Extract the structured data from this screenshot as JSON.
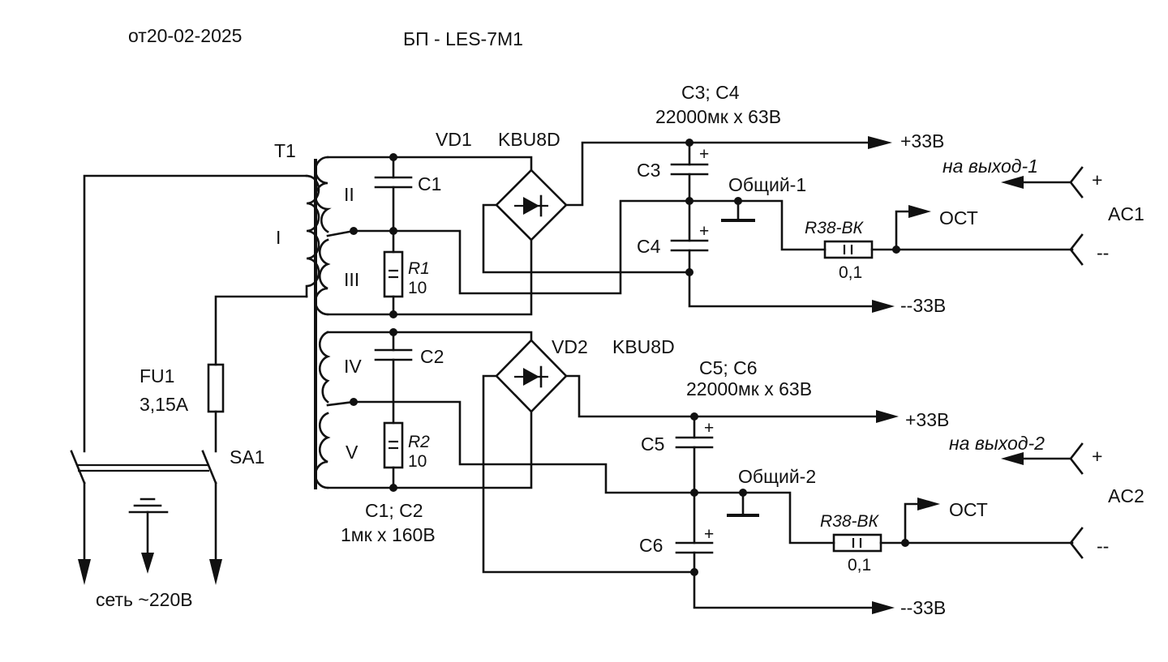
{
  "header": {
    "date": "от20-02-2025",
    "title": "БП - LES-7М1"
  },
  "transformer": {
    "ref": "T1",
    "windings": [
      "I",
      "II",
      "III",
      "IV",
      "V"
    ]
  },
  "fuse": {
    "ref": "FU1",
    "value": "3,15А"
  },
  "switch": {
    "ref": "SA1"
  },
  "mains": {
    "label": "сеть ~220В"
  },
  "channel1": {
    "cap_small": "C1",
    "resistor_ref": "R1",
    "resistor_value": "10",
    "bridge_ref": "VD1",
    "bridge_type": "KBU8D",
    "caps_title": "C3; C4",
    "caps_value": "22000мк х 63В",
    "cap_a": "C3",
    "cap_b": "C4",
    "common": "Общий-1",
    "plus_rail": "+33В",
    "minus_rail": "--33В",
    "output_label": "на выход-1",
    "shunt_ref": "R38-ВК",
    "shunt_value": "0,1",
    "ost": "ОСТ",
    "speaker": "AC1",
    "plus": "+",
    "minus": "--",
    "cap_plus": "+"
  },
  "channel2": {
    "cap_small": "C2",
    "resistor_ref": "R2",
    "resistor_value": "10",
    "bridge_ref": "VD2",
    "bridge_type": "KBU8D",
    "caps_title": "C5; C6",
    "caps_value": "22000мк х 63В",
    "cap_a": "C5",
    "cap_b": "C6",
    "common": "Общий-2",
    "plus_rail": "+33В",
    "minus_rail": "--33В",
    "output_label": "на выход-2",
    "shunt_ref": "R38-ВК",
    "shunt_value": "0,1",
    "ost": "ОСТ",
    "speaker": "AC2",
    "plus": "+",
    "minus": "--",
    "cap_plus": "+"
  },
  "small_caps_note": {
    "title": "C1; C2",
    "value": "1мк х 160В"
  },
  "resistor_mark": "II"
}
